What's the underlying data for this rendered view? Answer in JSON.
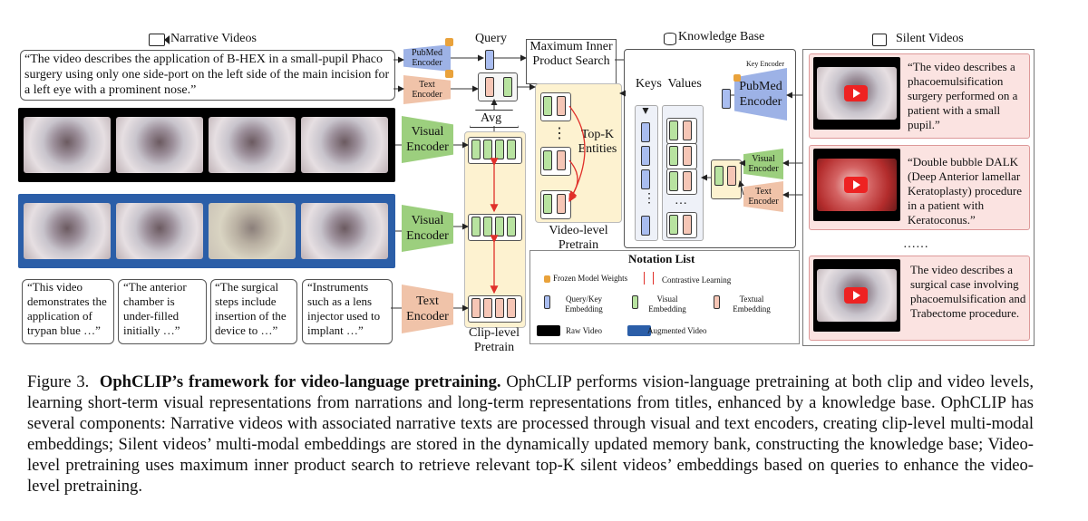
{
  "narrative": {
    "title": "Narrative Videos",
    "quote": "“The video describes the application of B-HEX in a small-pupil Phaco surgery using only one side-port on the left side of the main incision for a left eye with a prominent nose.”",
    "snippets": [
      "“This video demonstrates the application of trypan blue …”",
      "“The anterior chamber is under-filled initially …”",
      "“The surgical steps include insertion of the device to …”",
      "“Instruments such as a lens injector used to implant …”"
    ]
  },
  "encoders": {
    "pubmed": "PubMed Encoder",
    "text": "Text Encoder",
    "visual": "Visual Encoder",
    "key_encoder": "Key Encoder"
  },
  "labels": {
    "query": "Query",
    "avg": "Avg",
    "mips": "Maximum Inner Product Search",
    "topk": "Top-K Entities",
    "video_level": "Video-level Pretrain",
    "clip_level": "Clip-level Pretrain",
    "keys_values": "Keys  Values",
    "knowledge_base": "Knowledge Base",
    "silent_videos": "Silent Videos",
    "ellipsis": "……",
    "dots": "⋮",
    "hdots": "…"
  },
  "silent": {
    "quotes": [
      "“The video describes a phacoemulsification surgery performed on a patient with a small pupil.”",
      "“Double bubble DALK (Deep Anterior lamellar Keratoplasty) procedure in a patient with Keratoconus.”",
      "The video describes a surgical case involving phacoemulsification and Trabectome procedure."
    ]
  },
  "notation": {
    "title": "Notation List",
    "frozen": "Frozen Model Weights",
    "contrastive": "Contrastive Learning",
    "query_key": "Query/Key Embedding",
    "visual": "Visual Embedding",
    "textual": "Textual Embedding",
    "raw": "Raw Video",
    "augmented": "Augmented Video"
  },
  "caption": {
    "fig": "Figure 3.",
    "bold": "OphCLIP’s framework for video-language pretraining.",
    "body": "OphCLIP performs vision-language pretraining at both clip and video levels, learning short-term visual representations from narrations and long-term representations from titles, enhanced by a knowledge base. OphCLIP has several components: Narrative videos with associated narrative texts are processed through visual and text encoders, creating clip-level multi-modal embeddings; Silent videos’ multi-modal embeddings are stored in the dynamically updated memory bank, constructing the knowledge base; Video-level pretraining uses maximum inner product search to retrieve relevant top-K silent videos’ embeddings based on queries to enhance the video-level pretraining."
  },
  "colors": {
    "green": "#9ccf7e",
    "peach": "#f0c3a9",
    "blue": "#9db2e6",
    "panel_pink": "#fbe3e1",
    "panel_yellow": "#fdf2d0",
    "arrow_red": "#e0302a"
  }
}
